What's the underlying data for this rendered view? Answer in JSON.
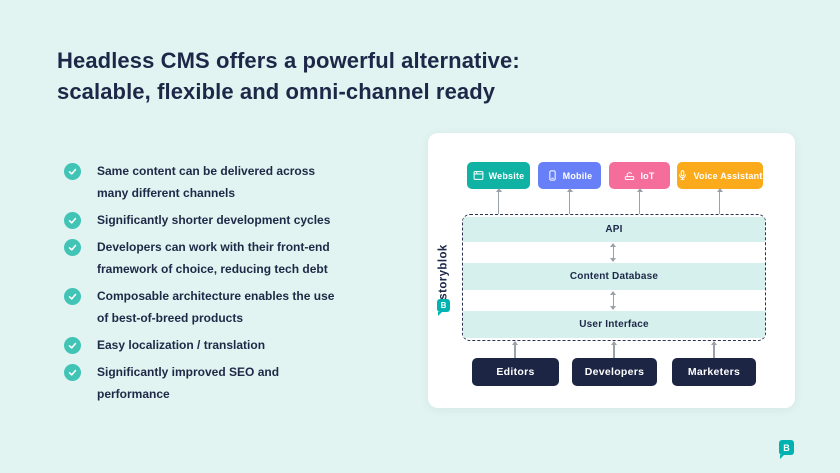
{
  "slide": {
    "title_line1": "Headless CMS offers a powerful alternative:",
    "title_line2": "scalable, flexible and omni-channel ready"
  },
  "bullets": [
    "Same content can be delivered across many different channels",
    "Significantly shorter development cycles",
    "Developers can work with their front-end framework of choice, reducing tech debt",
    "Composable architecture enables the use of best-of-breed products",
    "Easy localization / translation",
    "Significantly improved SEO and performance"
  ],
  "diagram": {
    "brand": "storyblok",
    "brand_letter": "B",
    "channels": [
      {
        "label": "Website",
        "icon": "browser-icon",
        "color": "#10b3a3"
      },
      {
        "label": "Mobile",
        "icon": "smartphone-icon",
        "color": "#6780f8"
      },
      {
        "label": "IoT",
        "icon": "iot-device-icon",
        "color": "#f56e9b"
      },
      {
        "label": "Voice Assistant",
        "icon": "microphone-icon",
        "color": "#fbaa1c"
      }
    ],
    "layers": [
      "API",
      "Content Database",
      "User Interface"
    ],
    "roles": [
      "Editors",
      "Developers",
      "Marketers"
    ]
  },
  "colors": {
    "page_bg": "#e1f4f1",
    "card_bg": "#ffffff",
    "navy": "#1c2544",
    "text_navy": "#1d2848",
    "check_teal": "#41c4b5",
    "layer_bg": "#d6f0ee",
    "brand_teal": "#00b3b0",
    "arrow_gray": "#9aa1aa",
    "dashed_border": "#2b3350"
  }
}
